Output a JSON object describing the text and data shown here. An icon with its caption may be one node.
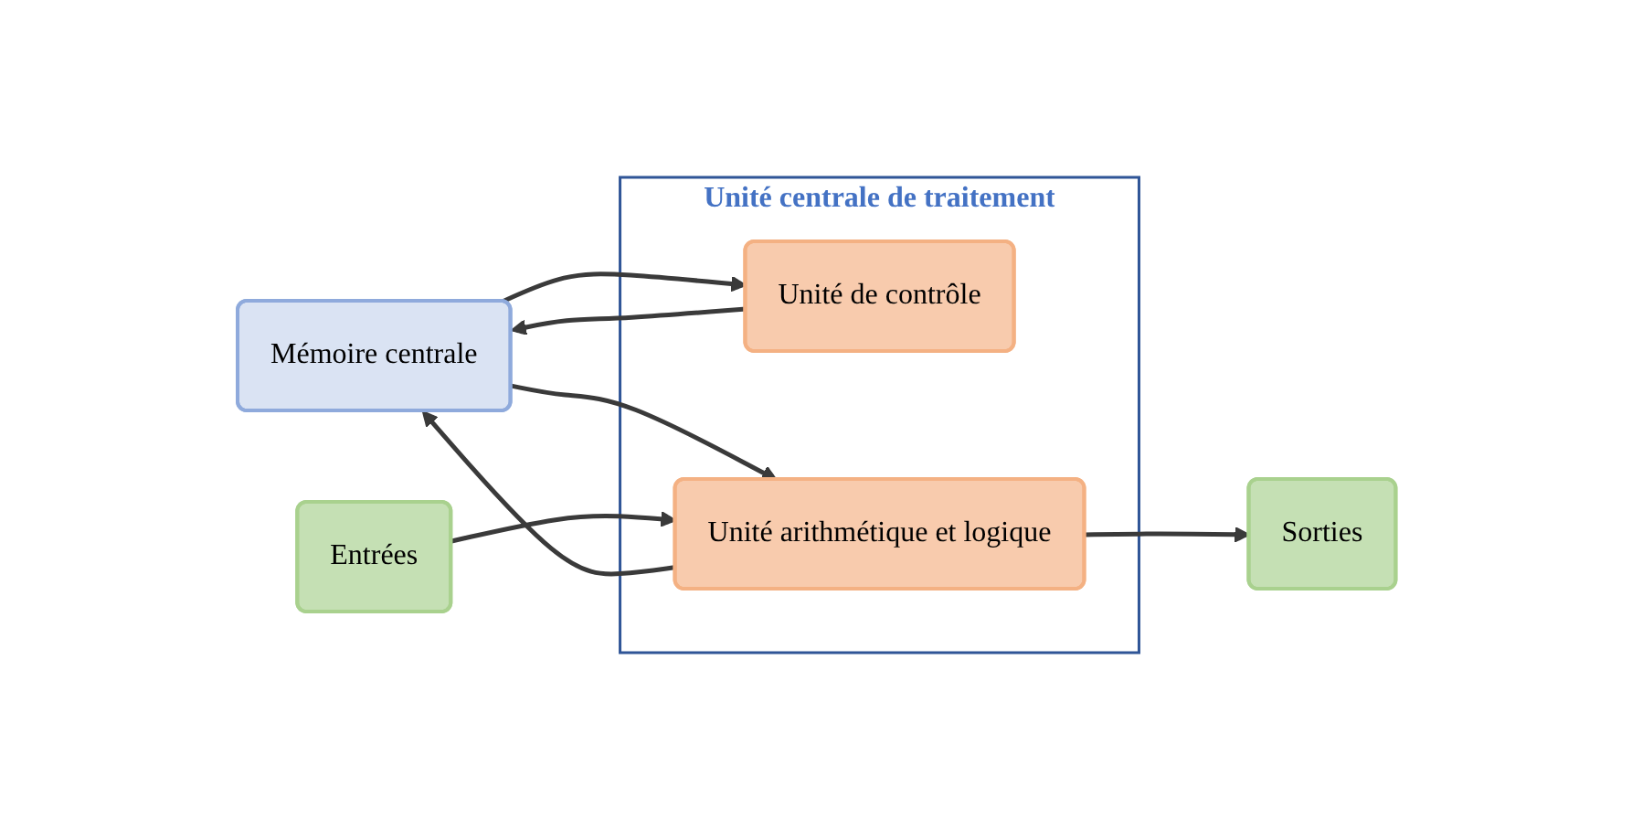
{
  "diagram": {
    "nodes": [
      {
        "text": [
          "Mémoire centrale"
        ]
      },
      {
        "text": [
          "Unité centrale de traitement"
        ]
      },
      {
        "text": [
          "Unité de contrôle"
        ],
        "in": 1
      },
      {
        "text": [
          "Unité arithmétique et logique"
        ],
        "in": 1
      },
      {
        "text": [
          "Entrées"
        ]
      },
      {
        "text": [
          "Sorties"
        ]
      }
    ],
    "edges": [
      {
        "from": 2,
        "to": 0,
        "arrow": "to"
      },
      {
        "from": 0,
        "to": 2,
        "arrow": "to"
      },
      {
        "from": 3,
        "to": 0,
        "arrow": "to"
      },
      {
        "from": 0,
        "to": 3,
        "arrow": "to"
      },
      {
        "from": 4,
        "to": 3,
        "arrow": "to"
      },
      {
        "from": 3,
        "to": 5,
        "arrow": "to"
      }
    ]
  }
}
